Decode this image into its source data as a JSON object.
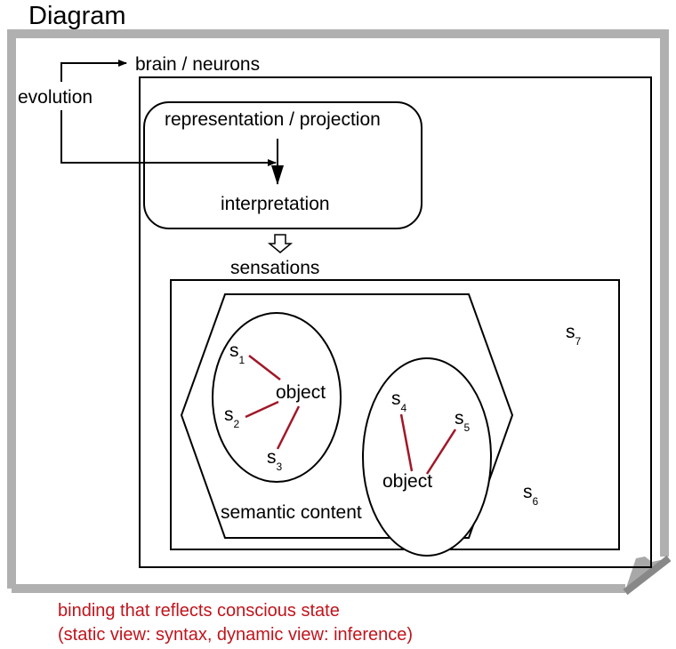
{
  "title": "Diagram",
  "labels": {
    "brain": "brain / neurons",
    "evolution": "evolution",
    "representation": "representation / projection",
    "interpretation": "interpretation",
    "sensations": "sensations",
    "semantic_content": "semantic content",
    "object1": "object",
    "object2": "object"
  },
  "sensations": [
    {
      "base": "s",
      "sub": "1"
    },
    {
      "base": "s",
      "sub": "2"
    },
    {
      "base": "s",
      "sub": "3"
    },
    {
      "base": "s",
      "sub": "4"
    },
    {
      "base": "s",
      "sub": "5"
    },
    {
      "base": "s",
      "sub": "6"
    },
    {
      "base": "s",
      "sub": "7"
    }
  ],
  "caption": {
    "line1": "binding that reflects conscious state",
    "line2": "(static view: syntax, dynamic view: inference)"
  },
  "colors": {
    "frame": "#b0b0b0",
    "frame_fold": "#888888",
    "binding_line": "#a01828",
    "caption": "#c0141c"
  }
}
